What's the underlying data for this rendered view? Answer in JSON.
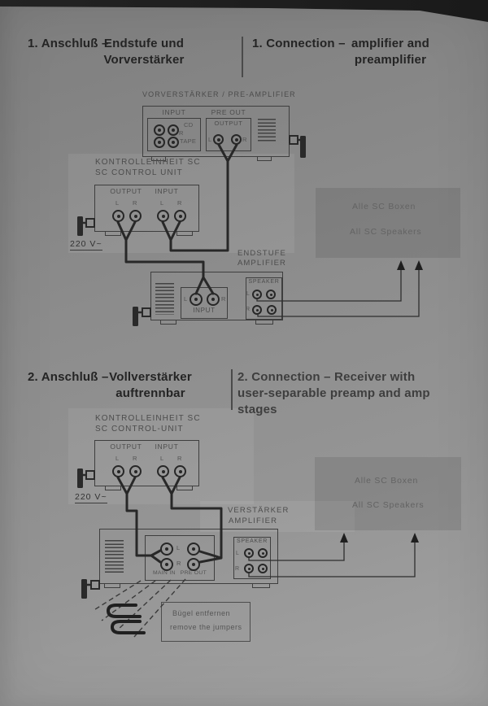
{
  "headings": {
    "s1_de_prefix": "1. Anschluß –",
    "s1_de_line1": "Endstufe und",
    "s1_de_line2": "Vorverstärker",
    "s1_en_prefix": "1. Connection –",
    "s1_en_line1": "amplifier and",
    "s1_en_line2": "preamplifier",
    "s2_de_prefix": "2. Anschluß –",
    "s2_de_line1": "Vollverstärker",
    "s2_de_line2": "auftrennbar",
    "s2_en_line1": "2. Connection – Receiver with",
    "s2_en_line2": "user-separable preamp and amp",
    "s2_en_line3": "stages"
  },
  "units": {
    "preamp_title": "VORVERSTÄRKER / PRE-AMPLIFIER",
    "control1_line1": "KONTROLLEINHEIT SC",
    "control1_line2": "SC CONTROL UNIT",
    "control2_line1": "KONTROLLEINHEIT SC",
    "control2_line2": "SC CONTROL-UNIT",
    "amp1_line1": "ENDSTUFE",
    "amp1_line2": "AMPLIFIER",
    "amp2_line1": "VERSTÄRKER",
    "amp2_line2": "AMPLIFIER"
  },
  "labels": {
    "input": "INPUT",
    "output": "OUTPUT",
    "pre_out": "PRE OUT",
    "speaker": "SPEAKER",
    "main_in": "MAIN IN",
    "l": "L",
    "r": "R",
    "cd": "CD",
    "tape": "TAPE",
    "voltage": "220 V~"
  },
  "notes": {
    "speakers_de": "Alle SC Boxen",
    "speakers_en": "All SC Speakers",
    "jumper_de": "Bügel entfernen",
    "jumper_en": "remove the jumpers"
  },
  "colors": {
    "paper_light": "#a3a3a3",
    "paper_dark": "#7e7e7e",
    "ink": "#242424",
    "line": "#3e3e3e",
    "label": "#4c4c4c"
  }
}
